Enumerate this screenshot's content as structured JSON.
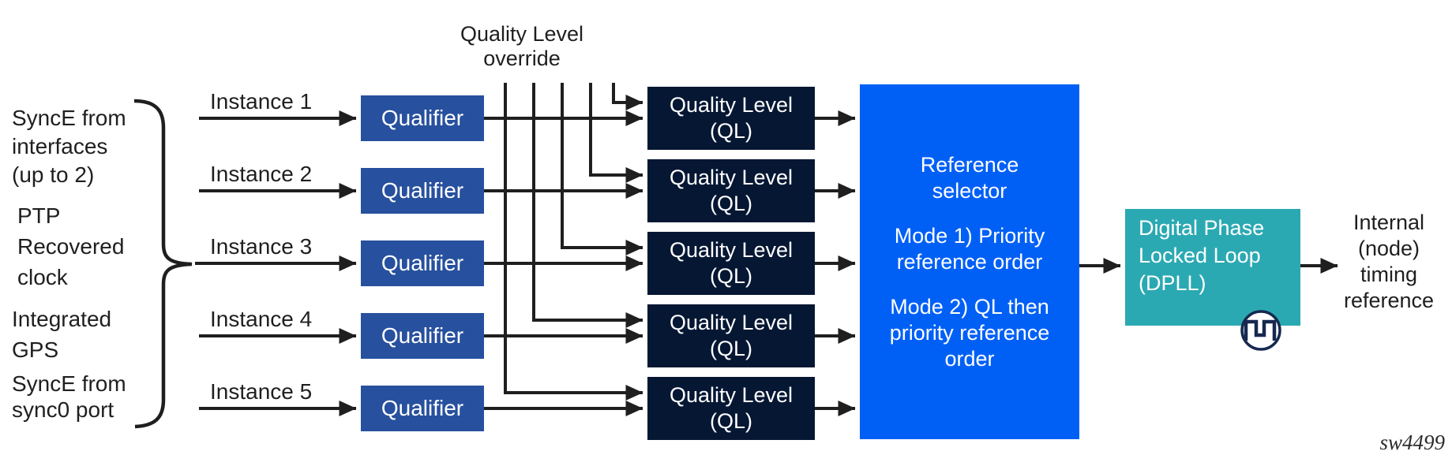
{
  "sources": {
    "group1": "SyncE from\ninterfaces\n(up to 2)",
    "group2": "PTP\nRecovered\nclock",
    "group3": "Integrated\nGPS",
    "group4": "SyncE from\nsync0 port"
  },
  "override_label": "Quality Level\noverride",
  "rows": [
    {
      "instance": "Instance 1",
      "qualifier": "Qualifier",
      "ql": "Quality Level\n(QL)"
    },
    {
      "instance": "Instance 2",
      "qualifier": "Qualifier",
      "ql": "Quality Level\n(QL)"
    },
    {
      "instance": "Instance 3",
      "qualifier": "Qualifier",
      "ql": "Quality Level\n(QL)"
    },
    {
      "instance": "Instance 4",
      "qualifier": "Qualifier",
      "ql": "Quality Level\n(QL)"
    },
    {
      "instance": "Instance 5",
      "qualifier": "Qualifier",
      "ql": "Quality Level\n(QL)"
    }
  ],
  "reference_selector": {
    "title": "Reference\nselector",
    "mode1": "Mode 1) Priority\nreference order",
    "mode2": "Mode 2) QL then\npriority reference\norder"
  },
  "dpll": {
    "label": "Digital Phase\nLocked Loop\n(DPLL)",
    "icon": "clock-waveform-icon"
  },
  "output_label": "Internal\n(node)\ntiming\nreference",
  "watermark": "sw4499",
  "colors": {
    "qualifier_box": "#27509e",
    "quality_level_box": "#051733",
    "reference_selector_box": "#0060f6",
    "dpll_box": "#2ba9b2",
    "line": "#1f1f1f",
    "box_text": "#ffffff"
  }
}
